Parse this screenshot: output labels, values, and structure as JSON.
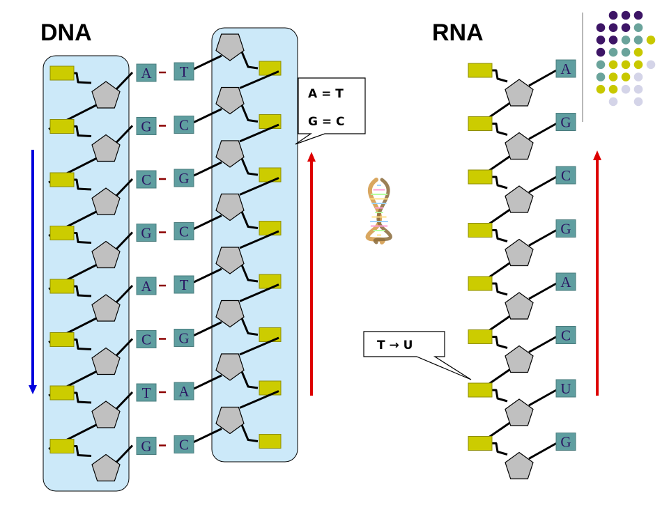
{
  "titles": {
    "dna": "DNA",
    "rna": "RNA"
  },
  "dna": {
    "left_strand": [
      "A",
      "G",
      "C",
      "G",
      "A",
      "C",
      "T",
      "G"
    ],
    "right_strand": [
      "T",
      "C",
      "G",
      "C",
      "T",
      "G",
      "A",
      "C"
    ]
  },
  "rna": {
    "strand": [
      "A",
      "G",
      "C",
      "G",
      "A",
      "C",
      "U",
      "G"
    ]
  },
  "callouts": {
    "pairing_line1": "A = T",
    "pairing_line2": "G = C",
    "substitution": "T → U"
  },
  "colors": {
    "backbone_panel": "#cce9f9",
    "panel_border": "#000000",
    "sugar": "#c0c0c0",
    "phosphate": "#cccc00",
    "base_box": "#5f9ea0",
    "base_text": "#2b1663",
    "bond": "#8b0000",
    "dna_arrow_left": "#0000dd",
    "dna_arrow_right": "#dd0000",
    "rna_arrow": "#dd0000",
    "dot_purple": "#3d1566",
    "dot_teal": "#6aa39b",
    "dot_yellow": "#c8c800",
    "dot_lavender": "#d4d4e8"
  },
  "icons": [
    "dna-double-helix-icon",
    "decorative-dot-grid"
  ]
}
